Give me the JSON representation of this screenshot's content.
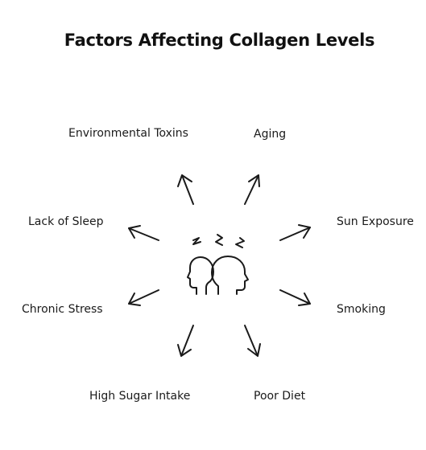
{
  "title": "Factors Affecting Collagen Levels",
  "center_icon": "stressed-heads-icon",
  "factors": [
    {
      "id": "environmental-toxins",
      "label": "Environmental Toxins"
    },
    {
      "id": "aging",
      "label": "Aging"
    },
    {
      "id": "lack-of-sleep",
      "label": "Lack of Sleep"
    },
    {
      "id": "sun-exposure",
      "label": "Sun Exposure"
    },
    {
      "id": "chronic-stress",
      "label": "Chronic Stress"
    },
    {
      "id": "smoking",
      "label": "Smoking"
    },
    {
      "id": "high-sugar-intake",
      "label": "High Sugar Intake"
    },
    {
      "id": "poor-diet",
      "label": "Poor Diet"
    }
  ]
}
